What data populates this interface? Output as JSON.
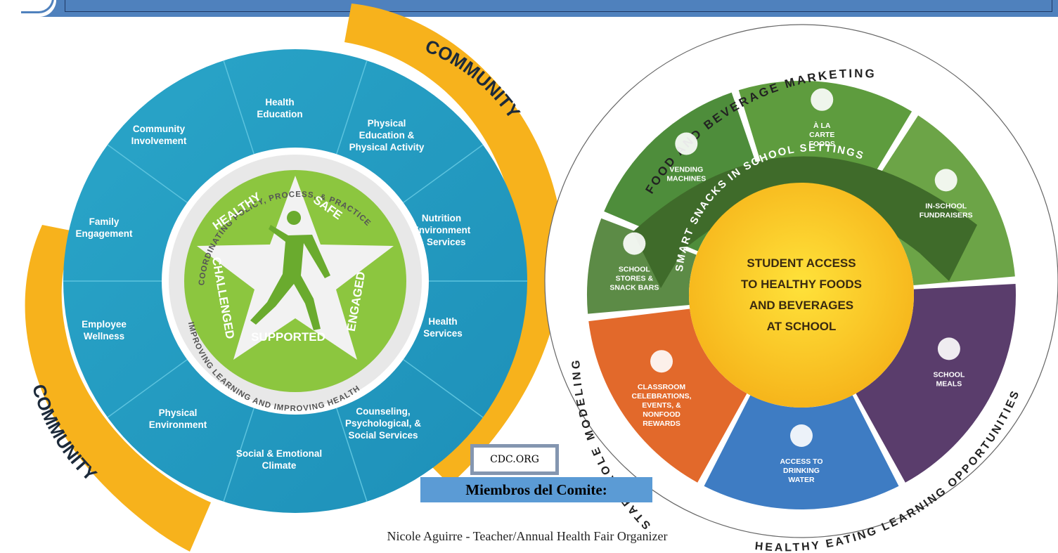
{
  "wscc": {
    "community_top": "COMMUNITY",
    "community_bottom": "COMMUNITY",
    "sectors": [
      [
        "Health",
        "Education"
      ],
      [
        "Physical",
        "Education &",
        "Physical Activity"
      ],
      [
        "Nutrition",
        "Environment",
        "& Services"
      ],
      [
        "Health",
        "Services"
      ],
      [
        "Counseling,",
        "Psychological, &",
        "Social Services"
      ],
      [
        "Social & Emotional",
        "Climate"
      ],
      [
        "Physical",
        "Environment"
      ],
      [
        "Employee",
        "Wellness"
      ],
      [
        "Family",
        "Engagement"
      ],
      [
        "Community",
        "Involvement"
      ]
    ],
    "ring_top": "COORDINATING POLICY, PROCESS, & PRACTICE",
    "ring_bottom": "IMPROVING LEARNING AND IMPROVING HEALTH",
    "star_words": [
      "HEALTHY",
      "SAFE",
      "ENGAGED",
      "SUPPORTED",
      "CHALLENGED"
    ]
  },
  "food": {
    "arc_top": "FOOD AND BEVERAGE MARKETING",
    "arc_left": "STAFF ROLE MODELING",
    "arc_bottom": "HEALTHY EATING LEARNING OPPORTUNITIES",
    "banner": "SMART SNACKS IN SCHOOL SETTINGS",
    "center": [
      "STUDENT ACCESS",
      "TO HEALTHY FOODS",
      "AND BEVERAGES",
      "AT SCHOOL"
    ],
    "segments": [
      {
        "label": [
          "VENDING",
          "MACHINES"
        ],
        "color": "#4e8d3b",
        "icon": "vending-machine-icon"
      },
      {
        "label": [
          "À LA",
          "CARTE",
          "FOODS"
        ],
        "color": "#5e9c3e",
        "icon": "apple-icon"
      },
      {
        "label": [
          "IN-SCHOOL",
          "FUNDRAISERS"
        ],
        "color": "#6ca447",
        "icon": "money-icon"
      },
      {
        "label": [
          "SCHOOL",
          "MEALS"
        ],
        "color": "#5a3d6c",
        "icon": "meal-tray-icon"
      },
      {
        "label": [
          "ACCESS TO",
          "DRINKING",
          "WATER"
        ],
        "color": "#3e7cc3",
        "icon": "water-drop-icon"
      },
      {
        "label": [
          "CLASSROOM",
          "CELEBRATIONS,",
          "EVENTS, &",
          "NONFOOD",
          "REWARDS"
        ],
        "color": "#e2692b",
        "icon": "award-ribbon-icon"
      },
      {
        "label": [
          "SCHOOL",
          "STORES &",
          "SNACK BARS"
        ],
        "color": "#5c8b46",
        "icon": "store-icon"
      }
    ]
  },
  "cdc_label": "CDC.ORG",
  "members_title": "Miembros del Comite:",
  "member_line": "Nicole Aguirre - Teacher/Annual Health Fair Organizer"
}
